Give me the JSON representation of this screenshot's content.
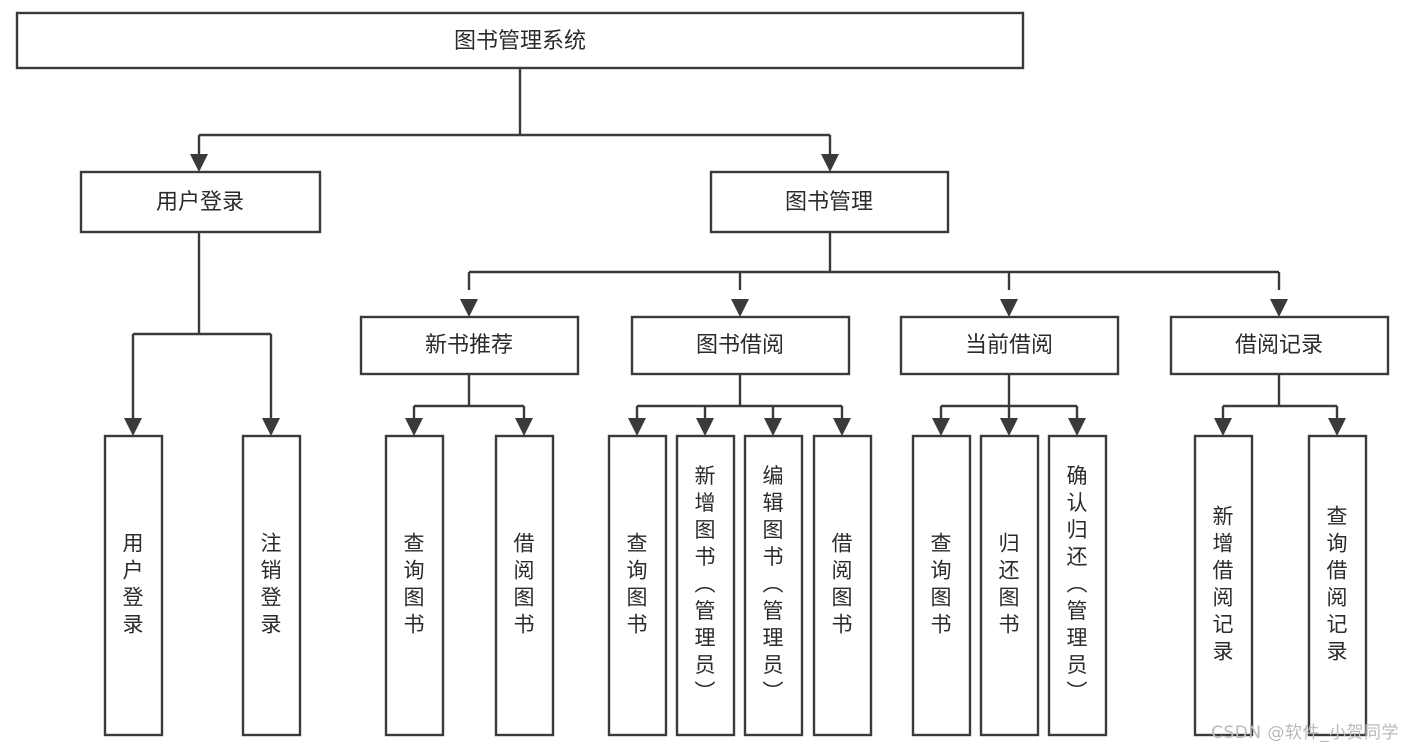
{
  "diagram": {
    "title": "图书管理系统",
    "type": "tree-hierarchy",
    "background_color": "#ffffff",
    "box_stroke_color": "#3a3a3a",
    "box_fill_color": "#ffffff",
    "text_color": "#2b2b2b",
    "connector_color": "#3a3a3a"
  },
  "root": {
    "label": "图书管理系统"
  },
  "level2": [
    {
      "label": "用户登录"
    },
    {
      "label": "图书管理"
    }
  ],
  "level3": [
    {
      "label": "新书推荐"
    },
    {
      "label": "图书借阅"
    },
    {
      "label": "当前借阅"
    },
    {
      "label": "借阅记录"
    }
  ],
  "leaves": {
    "user_login": [
      {
        "label": "用户登录"
      },
      {
        "label": "注销登录"
      }
    ],
    "new_book_recommend": [
      {
        "label": "查询图书"
      },
      {
        "label": "借阅图书"
      }
    ],
    "book_borrow": [
      {
        "label": "查询图书"
      },
      {
        "label": "新增图书（管理员）"
      },
      {
        "label": "编辑图书（管理员）"
      },
      {
        "label": "借阅图书"
      }
    ],
    "current_borrow": [
      {
        "label": "查询图书"
      },
      {
        "label": "归还图书"
      },
      {
        "label": "确认归还（管理员）"
      }
    ],
    "borrow_record": [
      {
        "label": "新增借阅记录"
      },
      {
        "label": "查询借阅记录"
      }
    ]
  },
  "watermark": {
    "text": "CSDN @软件_小贺同学",
    "color": "#b9b9b9"
  }
}
